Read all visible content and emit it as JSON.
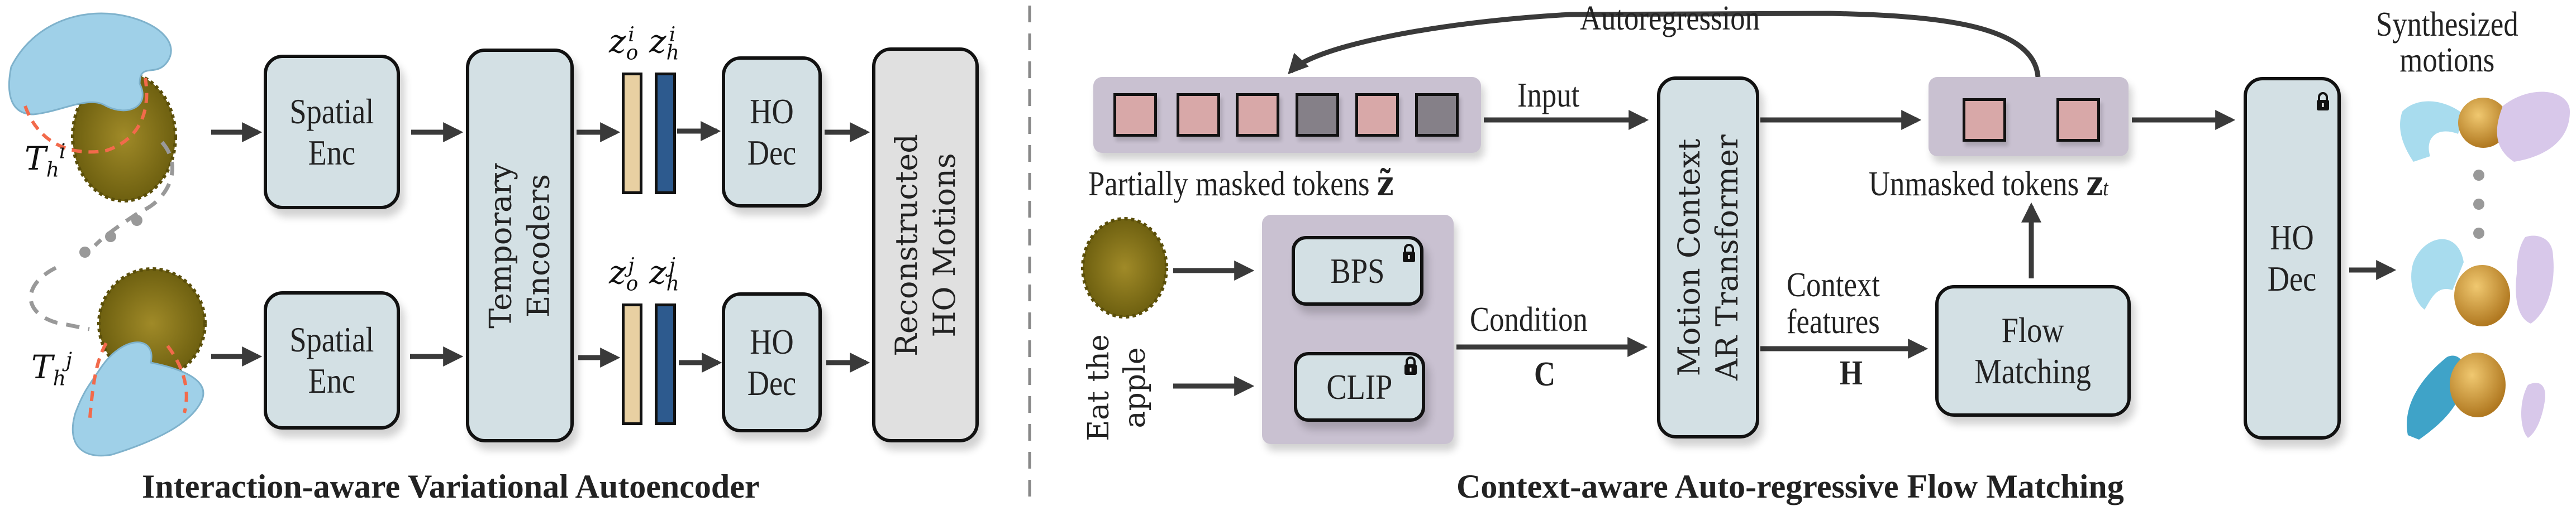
{
  "left_panel": {
    "title": "Interaction-aware Variational Autoencoder",
    "transform_labels": [
      {
        "base": "T",
        "sub": "h",
        "sup": "i"
      },
      {
        "base": "T",
        "sub": "h",
        "sup": "j"
      }
    ],
    "spatial_enc_label": [
      "Spatial",
      "Enc"
    ],
    "temporal_encoders_label": [
      "Temporary",
      "Encoders"
    ],
    "latent_labels": {
      "row_i": [
        {
          "base": "z",
          "sub": "o",
          "sup": "i"
        },
        {
          "base": "z",
          "sub": "h",
          "sup": "i"
        }
      ],
      "row_j": [
        {
          "base": "z",
          "sub": "o",
          "sup": "j"
        },
        {
          "base": "z",
          "sub": "h",
          "sup": "j"
        }
      ]
    },
    "ho_dec_label": [
      "HO",
      "Dec"
    ],
    "reconstructed_label": [
      "Reconstructed",
      "HO Motions"
    ]
  },
  "right_panel": {
    "title": "Context-aware Auto-regressive Flow Matching",
    "autoregression_label": "Autoregression",
    "input_label": "Input",
    "masked_tokens_caption": "Partially masked tokens",
    "masked_tokens_symbol": "z̃",
    "masked_tokens": [
      "unmasked",
      "unmasked",
      "unmasked",
      "masked",
      "unmasked",
      "masked"
    ],
    "unmasked_tokens_caption": "Unmasked tokens",
    "unmasked_tokens_symbol": "z",
    "unmasked_tokens_subscript": "t",
    "text_prompt": [
      "Eat the",
      "apple"
    ],
    "bps_label": "BPS",
    "clip_label": "CLIP",
    "condition_label": "Condition",
    "condition_symbol": "C",
    "transformer_label": [
      "Motion Context",
      "AR Transformer"
    ],
    "context_features_label": [
      "Context",
      "features"
    ],
    "context_symbol": "H",
    "flow_matching_label": [
      "Flow",
      "Matching"
    ],
    "ho_dec_label": [
      "HO",
      "Dec"
    ],
    "output_label": [
      "Synthesized",
      "motions"
    ]
  },
  "colors": {
    "module_fill": "#d3e0e4",
    "output_fill": "#e0e0e0",
    "group_fill": "#c9c1d1",
    "object_latent": "#e8d0a2",
    "hand_latent": "#2d5a8e",
    "token_unmasked": "#d8a8a8",
    "token_masked": "#858088",
    "hand": "#9fd0e8",
    "object": "#8a7a1e"
  },
  "icons": [
    "lock-icon",
    "arrow-icon",
    "hand-mesh-image",
    "point-cloud-image"
  ]
}
